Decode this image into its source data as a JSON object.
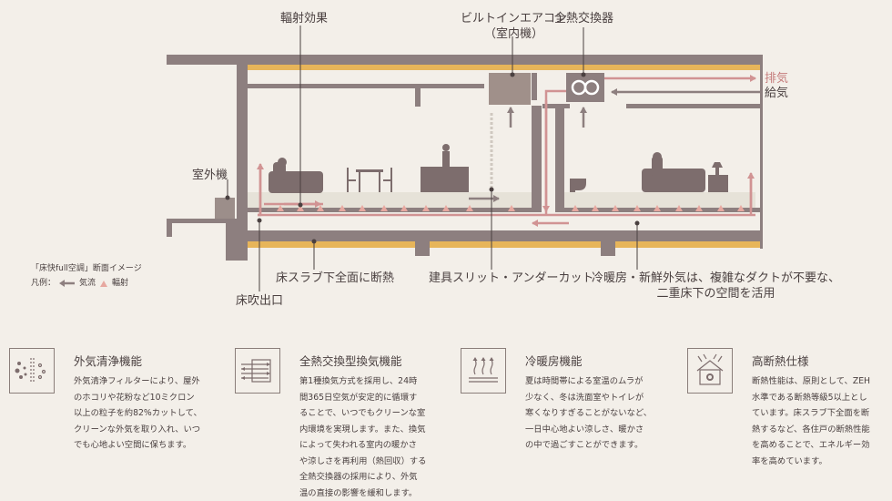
{
  "labels": {
    "radiant_effect": "輻射効果",
    "builtin_ac_line1": "ビルトインエアコン",
    "builtin_ac_line2": "（室内機）",
    "heat_exchanger": "全熱交換器",
    "exhaust": "排気",
    "supply": "給気",
    "outdoor_unit": "室外機",
    "slab_insulation": "床スラブ下全面に断熱",
    "door_slit": "建具スリット・アンダーカット",
    "hvac_note_line1": "冷暖房・新鮮外気は、複雑なダクトが不要な、",
    "hvac_note_line2": "二重床下の空間を活用",
    "floor_outlet": "床吹出口"
  },
  "legend": {
    "title": "「床快full空調」断面イメージ",
    "prefix": "凡例：",
    "airflow": "気流",
    "radiant": "輻射"
  },
  "colors": {
    "structure": "#8d7f7f",
    "duct": "#d19393",
    "insulation": "#e7b55a",
    "furniture": "#7d6d6d",
    "background": "#f3efe9"
  },
  "features": [
    {
      "icon": "air-filter-icon",
      "title": "外気清浄機能",
      "body": [
        "外気清浄フィルターにより、屋外",
        "のホコリや花粉など10ミクロン",
        "以上の粒子を約82%カットして、",
        "クリーンな外気を取り入れ、いつ",
        "でも心地よい空間に保ちます。"
      ]
    },
    {
      "icon": "heat-exchange-icon",
      "title": "全熱交換型換気機能",
      "body": [
        "第1種換気方式を採用し、24時",
        "間365日空気が安定的に循環す",
        "ることで、いつでもクリーンな室",
        "内環境を実現します。また、換気",
        "によって失われる室内の暖かさ",
        "や涼しさを再利用（熱回収）する",
        "全熱交換器の採用により、外気",
        "温の直接の影響を緩和します。"
      ]
    },
    {
      "icon": "heating-cooling-icon",
      "title": "冷暖房機能",
      "body": [
        "夏は時間帯による室温のムラが",
        "少なく、冬は洗面室やトイレが",
        "寒くなりすぎることがないなど、",
        "一日中心地よい涼しさ、暖かさ",
        "の中で過ごすことができます。"
      ]
    },
    {
      "icon": "house-insulation-icon",
      "title": "高断熱仕様",
      "body": [
        "断熱性能は、原則として、ZEH",
        "水準である断熱等級5以上とし",
        "ています。床スラブ下全面を断",
        "熱するなど、各住戸の断熱性能",
        "を高めることで、エネルギー効",
        "率を高めています。"
      ]
    }
  ]
}
